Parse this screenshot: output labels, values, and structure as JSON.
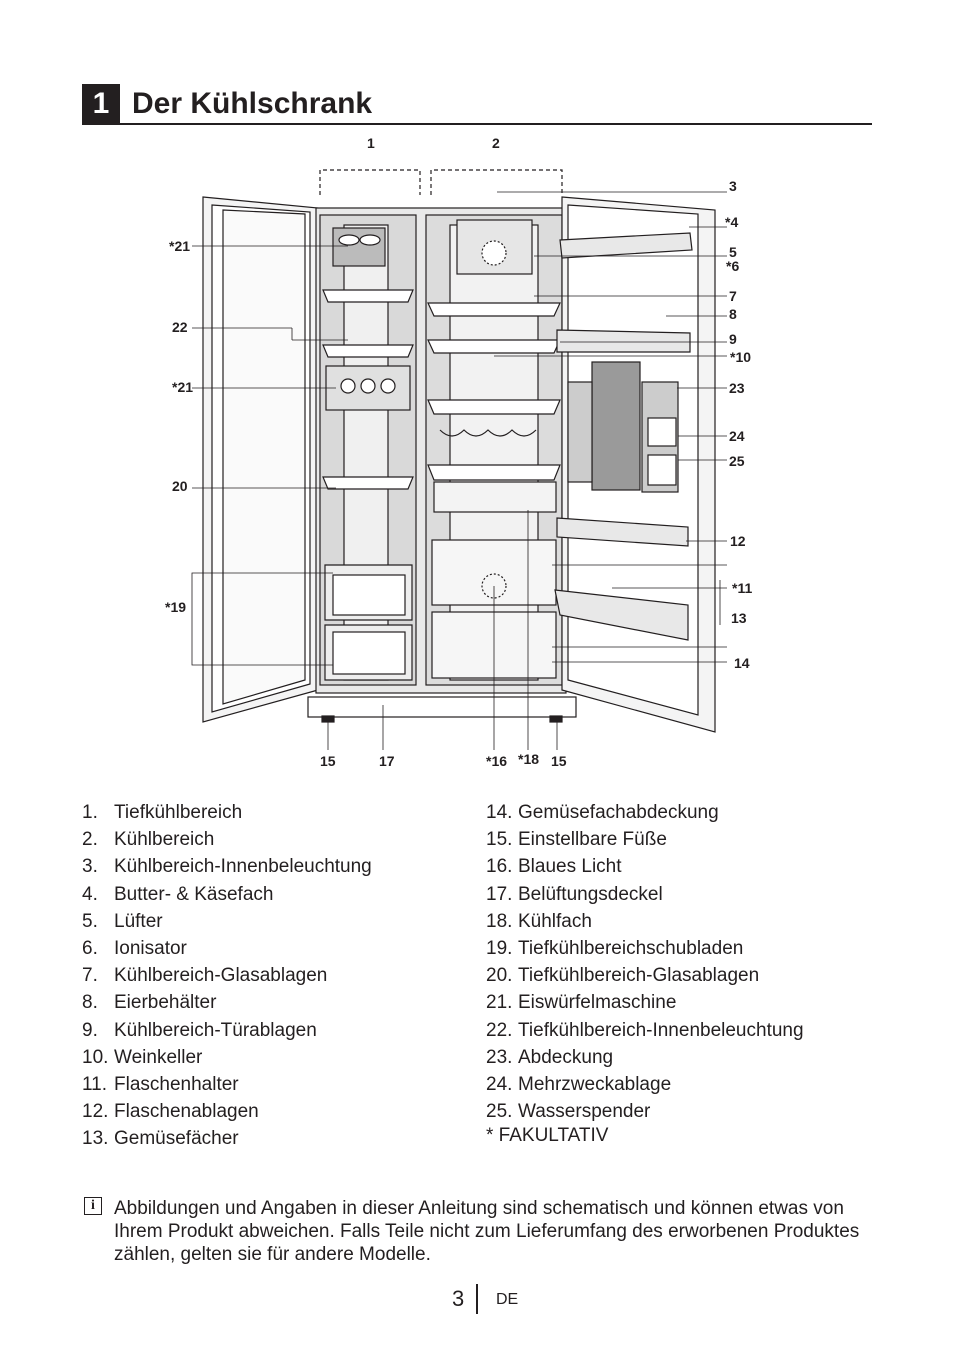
{
  "header": {
    "number": "1",
    "title": "Der Kühlschrank"
  },
  "diagram_labels": [
    "1",
    "2",
    "3",
    "*4",
    "5",
    "*6",
    "7",
    "8",
    "9",
    "*10",
    "23",
    "24",
    "25",
    "12",
    "*11",
    "13",
    "14",
    "*21",
    "22",
    "*21",
    "20",
    "*19",
    "15",
    "17",
    "*16",
    "*18",
    "15"
  ],
  "parts_left": [
    {
      "n": "1.",
      "t": "Tiefkühlbereich"
    },
    {
      "n": "2.",
      "t": "Kühlbereich"
    },
    {
      "n": "3.",
      "t": "Kühlbereich-Innenbeleuchtung"
    },
    {
      "n": "4.",
      "t": "Butter- & Käsefach"
    },
    {
      "n": "5.",
      "t": "Lüfter"
    },
    {
      "n": "6.",
      "t": "Ionisator"
    },
    {
      "n": "7.",
      "t": "Kühlbereich-Glasablagen"
    },
    {
      "n": "8.",
      "t": "Eierbehälter"
    },
    {
      "n": "9.",
      "t": "Kühlbereich-Türablagen"
    },
    {
      "n": "10.",
      "t": "Weinkeller"
    },
    {
      "n": "11.",
      "t": "Flaschenhalter"
    },
    {
      "n": "12.",
      "t": "Flaschenablagen"
    },
    {
      "n": "13.",
      "t": "Gemüsefächer"
    }
  ],
  "parts_right": [
    {
      "n": "14.",
      "t": "Gemüsefachabdeckung"
    },
    {
      "n": "15.",
      "t": "Einstellbare Füße"
    },
    {
      "n": "16.",
      "t": "Blaues Licht"
    },
    {
      "n": "17.",
      "t": "Belüftungsdeckel"
    },
    {
      "n": "18.",
      "t": "Kühlfach"
    },
    {
      "n": "19.",
      "t": "Tiefkühlbereichschubladen"
    },
    {
      "n": "20.",
      "t": "Tiefkühlbereich-Glasablagen"
    },
    {
      "n": "21.",
      "t": "Eiswürfelmaschine"
    },
    {
      "n": "22.",
      "t": "Tiefkühlbereich-Innenbeleuchtung"
    },
    {
      "n": "23.",
      "t": "Abdeckung"
    },
    {
      "n": "24.",
      "t": "Mehrzweckablage"
    },
    {
      "n": "25.",
      "t": "Wasserspender"
    }
  ],
  "optional_note": "* FAKULTATIV",
  "info_icon": "i",
  "note_text": "Abbildungen und Angaben in dieser Anleitung sind schematisch und können etwas von Ihrem Produkt abweichen. Falls Teile nicht zum Lieferumfang des erworbenen Produktes zählen, gelten sie für andere Modelle.",
  "footer": {
    "page": "3",
    "lang": "DE"
  }
}
